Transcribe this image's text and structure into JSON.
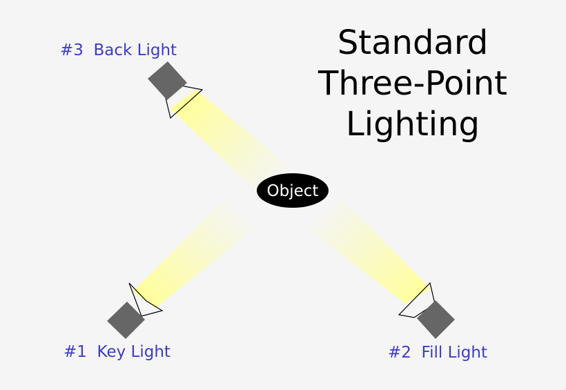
{
  "title": {
    "line1": "Standard",
    "line2": "Three-Point",
    "line3": "Lighting"
  },
  "object": {
    "label": "Object"
  },
  "lights": {
    "back": {
      "label": "#3  Back Light"
    },
    "key": {
      "label": "#1  Key Light"
    },
    "fill": {
      "label": "#2  Fill Light"
    }
  },
  "colors": {
    "background": "#f5f5f5",
    "label_text": "#3c3cc8",
    "light_body": "#666666",
    "beam": "#ffff99",
    "object_fill": "#000000"
  }
}
